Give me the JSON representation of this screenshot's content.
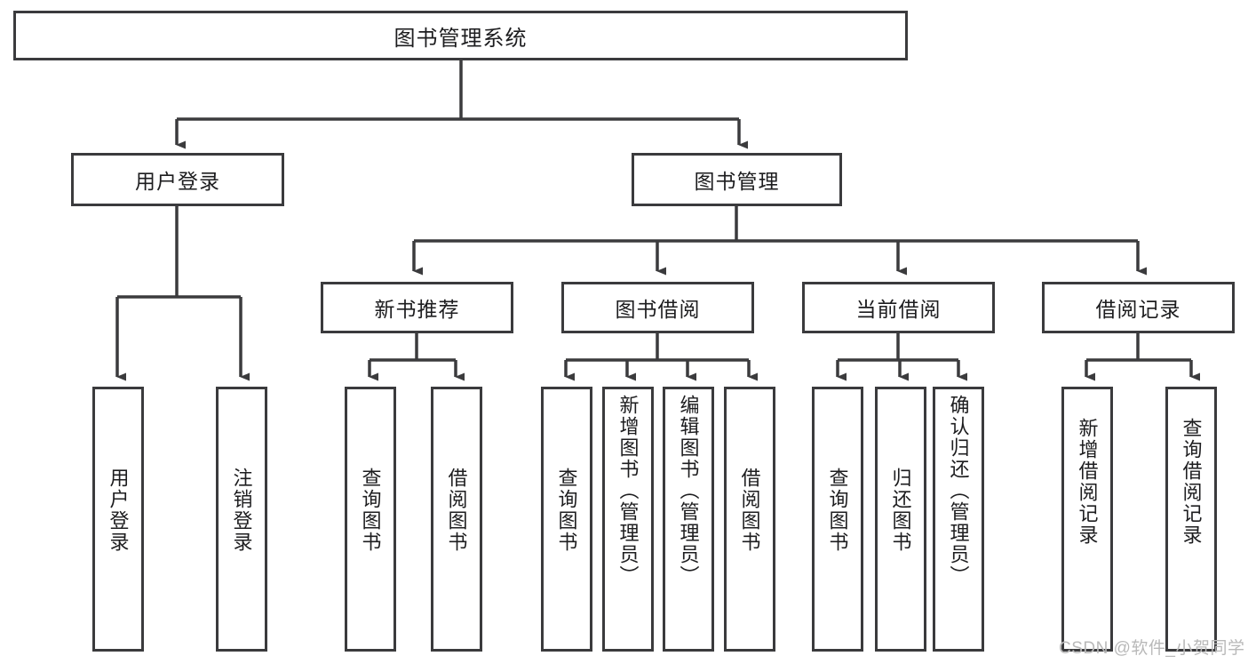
{
  "diagram": {
    "title": "图书管理系统",
    "root": {
      "label": "图书管理系统"
    },
    "level1": [
      {
        "label": "用户登录"
      },
      {
        "label": "图书管理"
      }
    ],
    "level2": [
      {
        "label": "新书推荐"
      },
      {
        "label": "图书借阅"
      },
      {
        "label": "当前借阅"
      },
      {
        "label": "借阅记录"
      }
    ],
    "leaves": {
      "user_login": [
        {
          "label": "用户登录"
        },
        {
          "label": "注销登录"
        }
      ],
      "new_book_recommend": [
        {
          "label": "查询图书"
        },
        {
          "label": "借阅图书"
        }
      ],
      "book_borrow": [
        {
          "label": "查询图书"
        },
        {
          "label": "新增图书（管理员）"
        },
        {
          "label": "编辑图书（管理员）"
        },
        {
          "label": "借阅图书"
        }
      ],
      "current_borrow": [
        {
          "label": "查询图书"
        },
        {
          "label": "归还图书"
        },
        {
          "label": "确认归还（管理员）"
        }
      ],
      "borrow_record": [
        {
          "label": "新增借阅记录"
        },
        {
          "label": "查询借阅记录"
        }
      ]
    },
    "watermark": "CSDN @软件_小贺同学",
    "colors": {
      "border": "#3b3b3d",
      "text": "#1d1d1f",
      "background": "#ffffff",
      "watermark": "#b9b9b9"
    }
  }
}
